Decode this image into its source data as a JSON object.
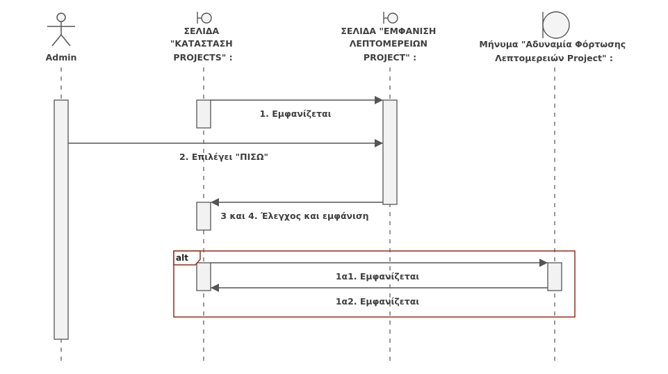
{
  "participants": [
    {
      "id": "admin",
      "kind": "actor",
      "label_lines": [
        "Admin"
      ]
    },
    {
      "id": "katastasi",
      "kind": "boundary",
      "label_lines": [
        "ΣΕΛΙΔΑ",
        "\"ΚΑΤΑΣΤΑΣΗ",
        "PROJECTS\" :"
      ]
    },
    {
      "id": "emfanisi",
      "kind": "boundary",
      "label_lines": [
        "ΣΕΛΙΔΑ \"ΕΜΦΑΝΙΣΗ",
        "ΛΕΠΤΟΜΕΡΕΙΩΝ",
        "PROJECT\" :"
      ]
    },
    {
      "id": "minima",
      "kind": "boundary",
      "label_lines": [
        "Μήνυμα \"Αδυναμία Φόρτωσης",
        "Λεπτομερειών Project\" :"
      ]
    }
  ],
  "messages": [
    {
      "id": "m1",
      "label": "1. Εμφανίζεται"
    },
    {
      "id": "m2",
      "label": "2. Επιλέγει \"ΠΙΣΩ\""
    },
    {
      "id": "m3",
      "label": "3 και 4. Έλεγχος και εμφάνιση"
    },
    {
      "id": "m4",
      "label": "1α1. Εμφανίζεται"
    },
    {
      "id": "m5",
      "label": "1α2. Εμφανίζεται"
    }
  ],
  "fragment": {
    "operator": "alt"
  },
  "colors": {
    "line": "#555555",
    "activation_fill": "#f2f2f2",
    "fragment_border": "#9b2a1a",
    "text": "#404040"
  }
}
